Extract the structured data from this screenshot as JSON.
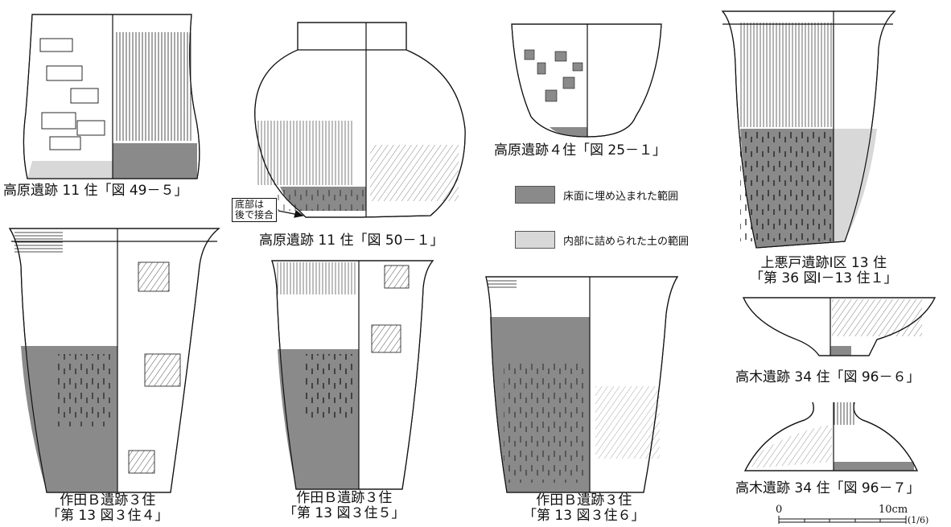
{
  "colors": {
    "floor_fill": "#8a8a8a",
    "soil_fill": "#d8d8d8",
    "line": "#111111"
  },
  "figures": [
    {
      "id": "f1",
      "lines": [
        "高原遺跡 11 住「図 49－５」"
      ]
    },
    {
      "id": "f2",
      "lines": [
        "高原遺跡 11 住「図 50－１」"
      ]
    },
    {
      "id": "f3",
      "lines": [
        "高原遺跡４住「図 25－１」"
      ]
    },
    {
      "id": "f4",
      "lines": [
        "上悪戸遺跡Ⅰ区 13 住",
        "「第 36 図Ⅰ－13 住１」"
      ]
    },
    {
      "id": "f5",
      "lines": [
        "高木遺跡 34 住「図 96－６」"
      ]
    },
    {
      "id": "f6",
      "lines": [
        "高木遺跡 34 住「図 96－７」"
      ]
    },
    {
      "id": "f7",
      "lines": [
        "作田Ｂ遺跡３住",
        "「第 13 図３住４」"
      ]
    },
    {
      "id": "f8",
      "lines": [
        "作田Ｂ遺跡３住",
        "「第 13 図３住５」"
      ]
    },
    {
      "id": "f9",
      "lines": [
        "作田Ｂ遺跡３住",
        "「第 13 図３住６」"
      ]
    }
  ],
  "note": {
    "lines": [
      "底部は",
      "後で接合"
    ]
  },
  "legend": [
    {
      "label": "床面に埋め込まれた範囲"
    },
    {
      "label": "内部に詰められた土の範囲"
    }
  ],
  "scale": {
    "start": "0",
    "end": "10cm",
    "ratio": "(1/6)"
  }
}
